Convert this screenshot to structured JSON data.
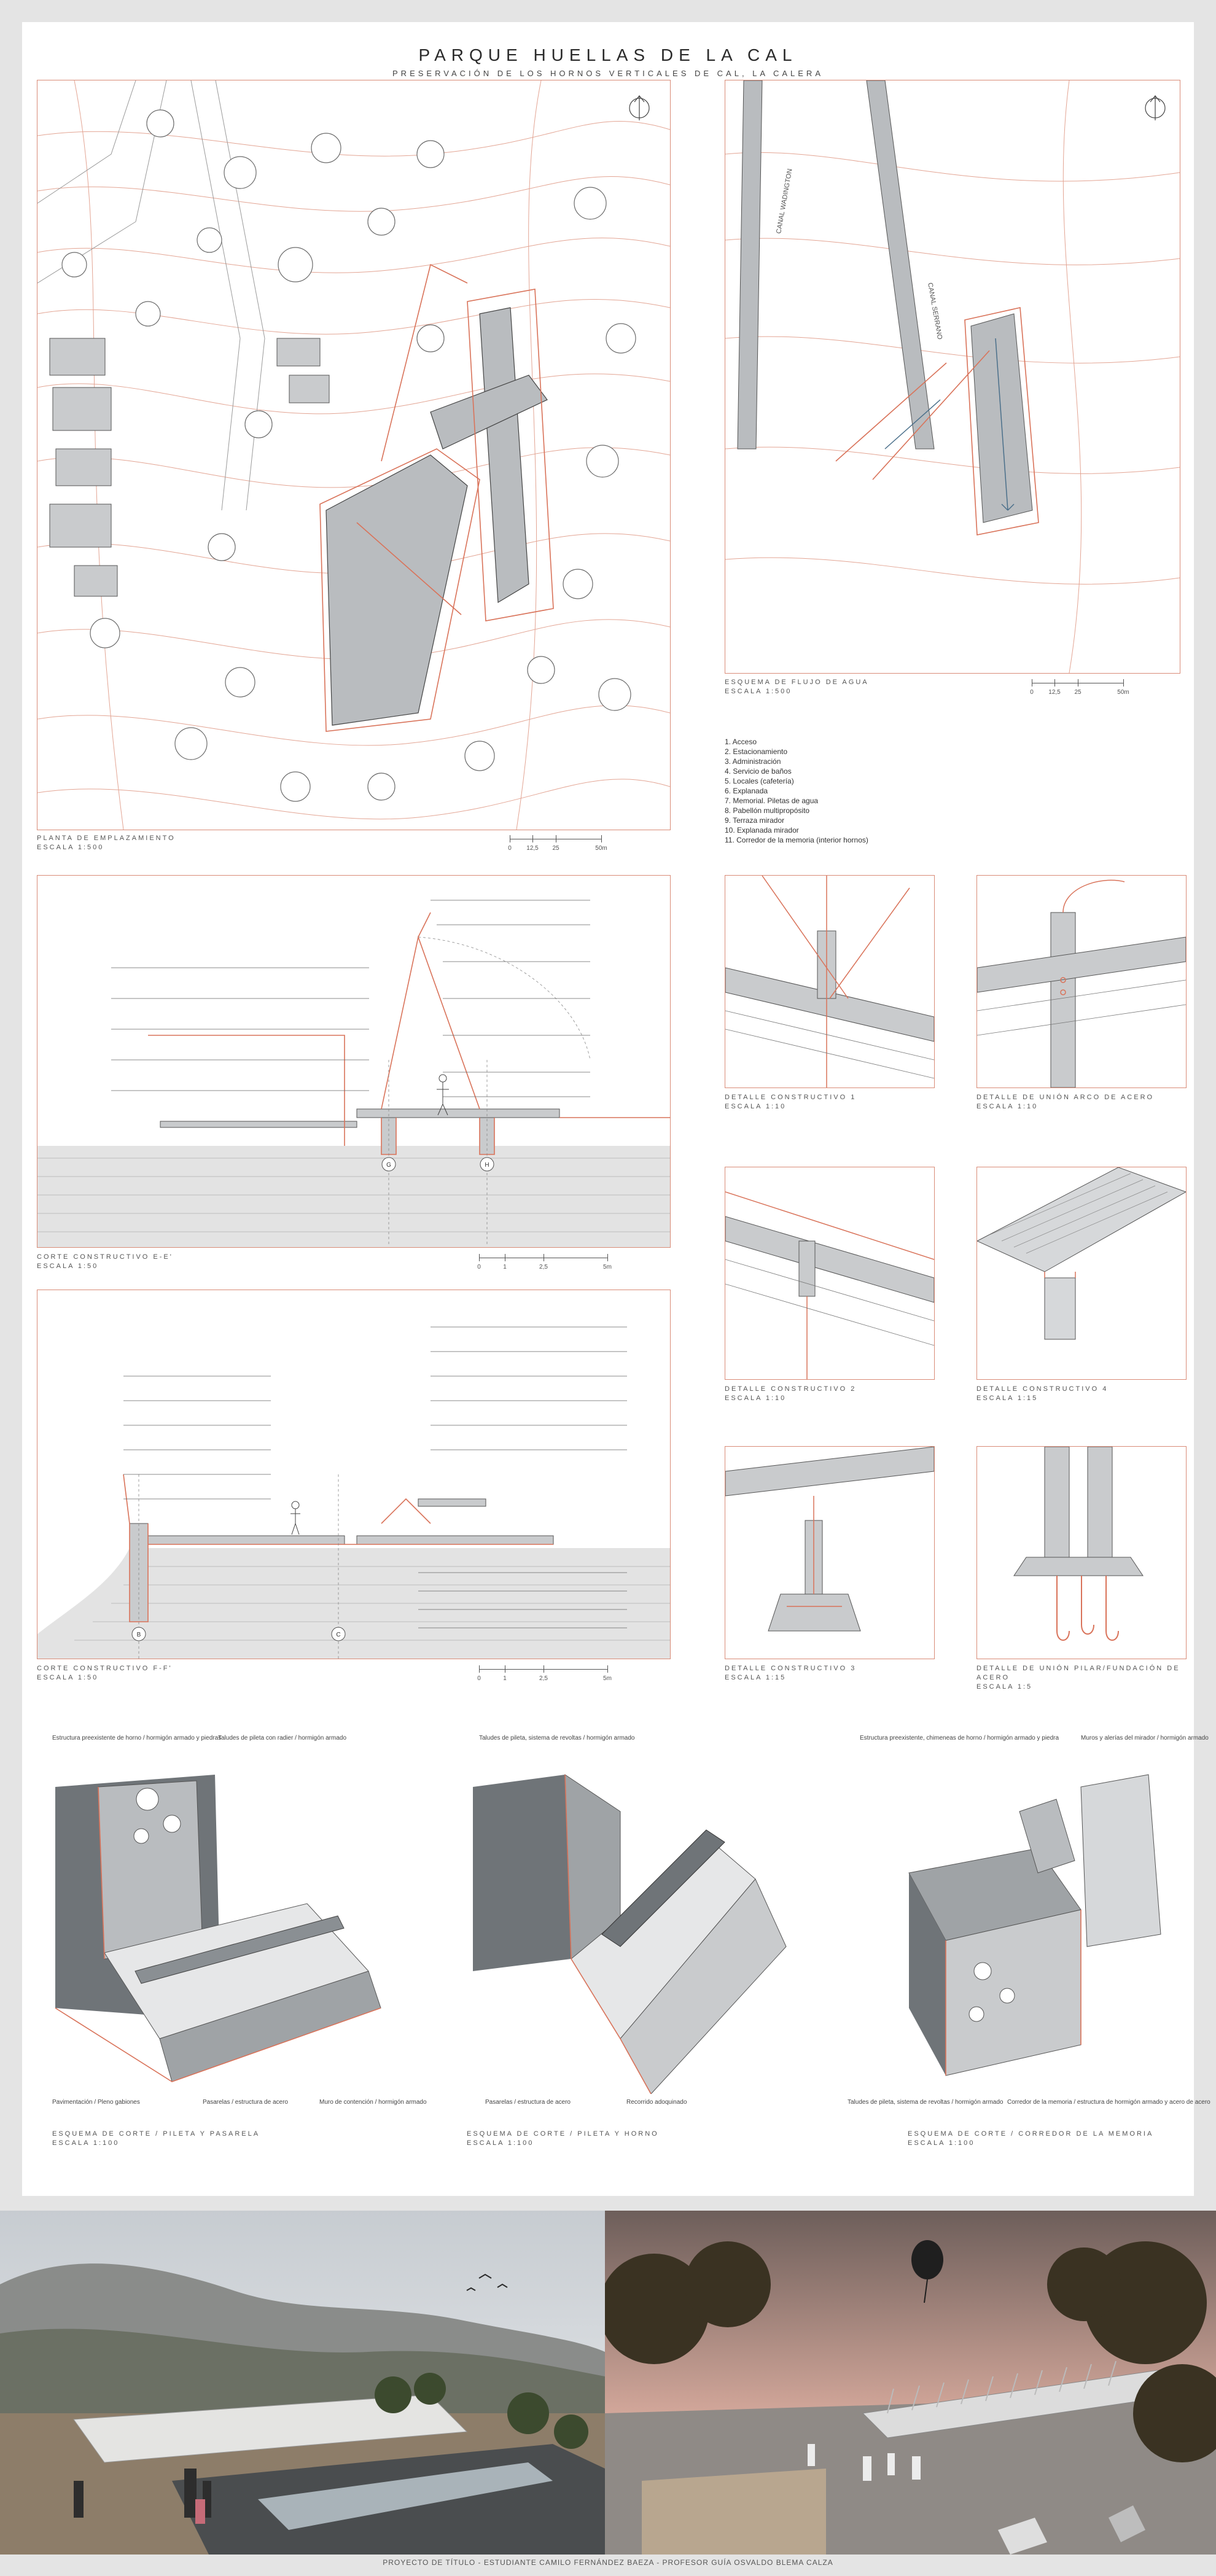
{
  "header": {
    "title": "PARQUE HUELLAS DE LA CAL",
    "subtitle": "PRESERVACIÓN DE LOS HORNOS VERTICALES DE CAL, LA CALERA"
  },
  "site_plan": {
    "title": "PLANTA DE EMPLAZAMIENTO",
    "scale": "ESCALA 1:500",
    "scale_ticks": [
      "0",
      "12,5",
      "25",
      "50m"
    ]
  },
  "water_flow": {
    "title": "ESQUEMA DE FLUJO DE AGUA",
    "scale": "ESCALA 1:500",
    "scale_ticks": [
      "0",
      "12,5",
      "25",
      "50m"
    ],
    "canal_1": "CANAL WADINGTON",
    "canal_2": "CANAL SERRANO"
  },
  "legend": [
    "1. Acceso",
    "2. Estacionamiento",
    "3. Administración",
    "4. Servicio de baños",
    "5. Locales (cafetería)",
    "6. Explanada",
    "7. Memorial. Piletas de agua",
    "8. Pabellón multipropósito",
    "9. Terraza mirador",
    "10. Explanada mirador",
    "11. Corredor de la memoria (interior hornos)"
  ],
  "section_ee": {
    "title": "CORTE CONSTRUCTIVO E-E'",
    "scale": "ESCALA 1:50",
    "scale_ticks": [
      "0",
      "1",
      "2,5",
      "5m"
    ],
    "axis_1": "G",
    "axis_2": "H"
  },
  "section_ff": {
    "title": "CORTE CONSTRUCTIVO F-F'",
    "scale": "ESCALA 1:50",
    "scale_ticks": [
      "0",
      "1",
      "2,5",
      "5m"
    ],
    "axis_1": "B",
    "axis_2": "C"
  },
  "details": [
    {
      "title": "DETALLE CONSTRUCTIVO 1",
      "scale": "ESCALA 1:10"
    },
    {
      "title": "DETALLE DE UNIÓN ARCO DE ACERO",
      "scale": "ESCALA 1:10"
    },
    {
      "title": "DETALLE CONSTRUCTIVO 2",
      "scale": "ESCALA 1:10"
    },
    {
      "title": "DETALLE CONSTRUCTIVO 4",
      "scale": "ESCALA 1:15"
    },
    {
      "title": "DETALLE CONSTRUCTIVO 3",
      "scale": "ESCALA 1:15"
    },
    {
      "title": "DETALLE DE UNIÓN PILAR/FUNDACIÓN DE ACERO",
      "scale": "ESCALA 1:5"
    }
  ],
  "isometrics": [
    {
      "title": "ESQUEMA DE CORTE / PILETA Y PASARELA",
      "scale": "ESCALA 1:100",
      "top_left": "Estructura preexistente de horno / hormigón armado y piedras",
      "top_right": "Taludes de pileta con radier / hormigón armado",
      "bot_1": "Pavimentación / Pleno gabiones",
      "bot_2": "Pasarelas / estructura de acero",
      "bot_3": "Muro de contención / hormigón armado"
    },
    {
      "title": "ESQUEMA DE CORTE / PILETA Y HORNO",
      "scale": "ESCALA 1:100",
      "top_left": "",
      "top_right": "Taludes de pileta, sistema de revoltas / hormigón armado",
      "bot_1": "Pasarelas / estructura de acero",
      "bot_2": "Recorrido adoquinado",
      "bot_3": ""
    },
    {
      "title": "ESQUEMA DE CORTE / CORREDOR DE LA MEMORIA",
      "scale": "ESCALA 1:100",
      "top_left": "Estructura preexistente, chimeneas de horno / hormigón armado y piedra",
      "top_right": "Muros y alerías del mirador / hormigón armado",
      "bot_1": "Taludes de pileta, sistema de revoltas / hormigón armado",
      "bot_2": "Corredor de la memoria / estructura de hormigón armado y acero de acero",
      "bot_3": ""
    }
  ],
  "footer": "PROYECTO DE TÍTULO - ESTUDIANTE CAMILO FERNÁNDEZ BAEZA - PROFESOR GUÍA OSVALDO BLEMA CALZA",
  "colors": {
    "red_line": "#d9735a",
    "grey_fill": "#b9bcbf",
    "dark_fill": "#6f7478",
    "tree": "#6b6b6b"
  }
}
